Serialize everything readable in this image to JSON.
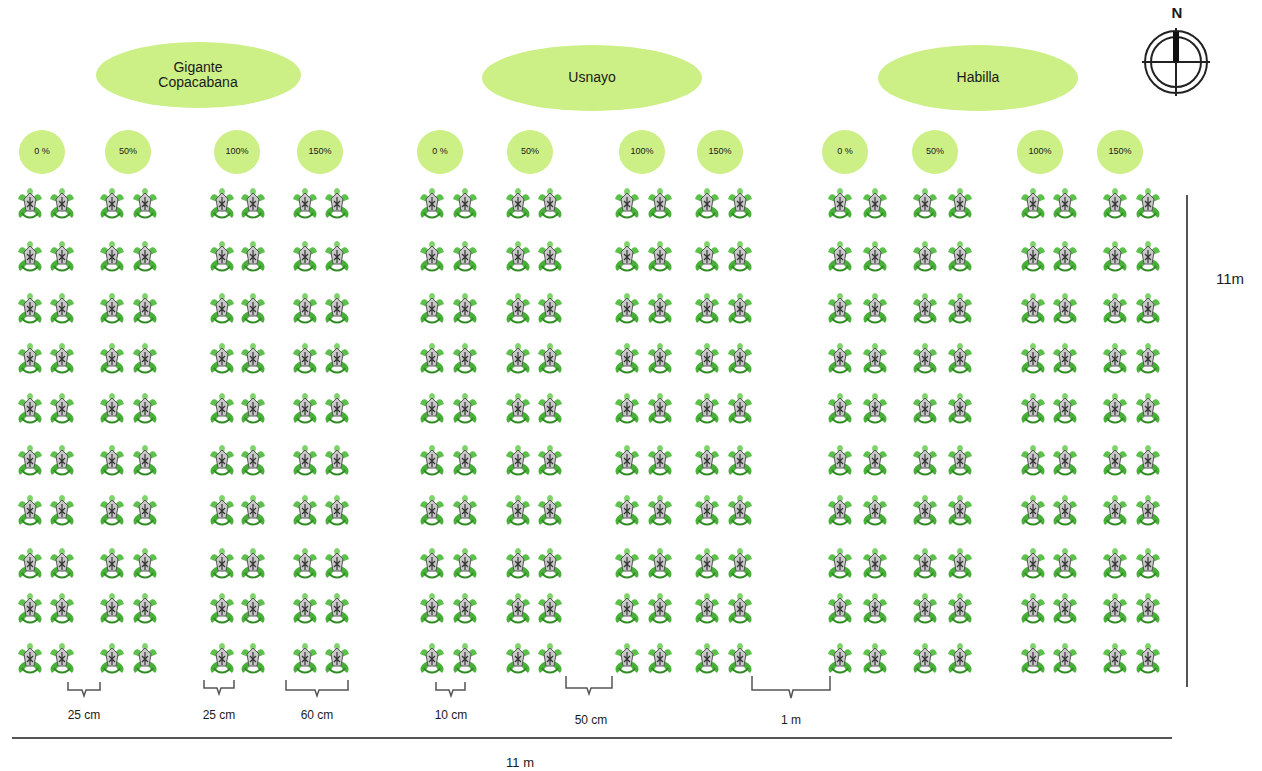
{
  "diagram": {
    "nodes": [
      {
        "text": [
          "Gigante Copacabana"
        ]
      },
      {
        "text": [
          "Usnayo"
        ]
      },
      {
        "text": [
          "Habilla"
        ]
      },
      {
        "text": [
          "0 %"
        ]
      },
      {
        "text": [
          "50%"
        ]
      },
      {
        "text": [
          "100%"
        ]
      },
      {
        "text": [
          "150%"
        ]
      },
      {
        "text": [
          "0 %"
        ]
      },
      {
        "text": [
          "50%"
        ]
      },
      {
        "text": [
          "100%"
        ]
      },
      {
        "text": [
          "150%"
        ]
      },
      {
        "text": [
          "0 %"
        ]
      },
      {
        "text": [
          "50%"
        ]
      },
      {
        "text": [
          "100%"
        ]
      },
      {
        "text": [
          "150%"
        ]
      }
    ],
    "labels": [
      "25 cm",
      "25 cm",
      "60 cm",
      "10 cm",
      "50 cm",
      "1 m",
      "11m",
      "11 m",
      "N"
    ]
  }
}
